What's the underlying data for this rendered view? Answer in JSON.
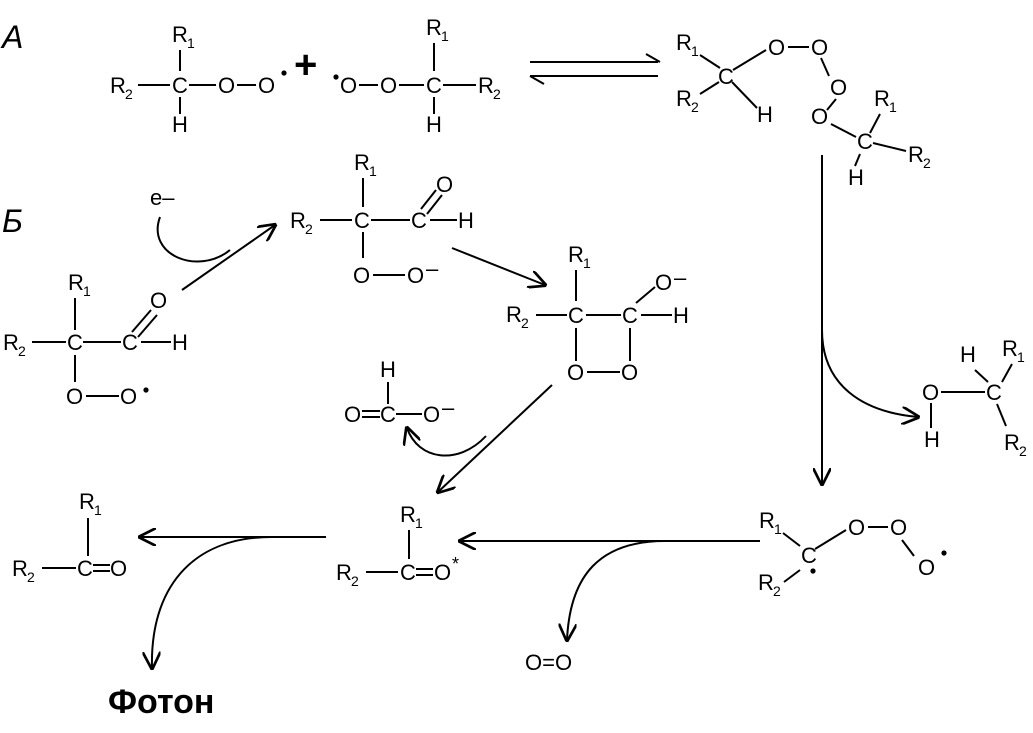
{
  "panel_labels": {
    "a": "А",
    "b": "Б"
  },
  "atoms": {
    "c": "C",
    "o": "O",
    "h": "H",
    "r": "R"
  },
  "subscripts": {
    "one": "1",
    "two": "2"
  },
  "ops": {
    "plus": "+",
    "minus": "–",
    "star": "*",
    "electron": "e–"
  },
  "oxygen": "O=O",
  "photon": "Фотон"
}
